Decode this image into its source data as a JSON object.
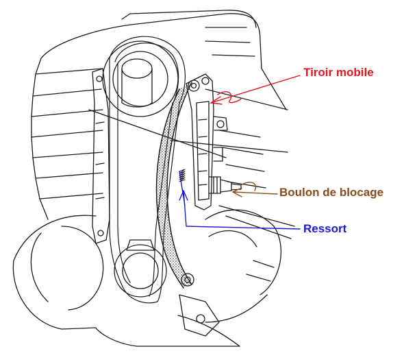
{
  "labels": {
    "tiroir": "Tiroir mobile",
    "boulon": "Boulon de blocage",
    "ressort": "Ressort"
  },
  "colors": {
    "tiroir": "#e8141c",
    "boulon": "#8b4a16",
    "ressort": "#1a1ad6",
    "ink": "#1a1a1a"
  },
  "icons": {
    "drawing": "engine-timing-chain-tensioner-illustration"
  }
}
